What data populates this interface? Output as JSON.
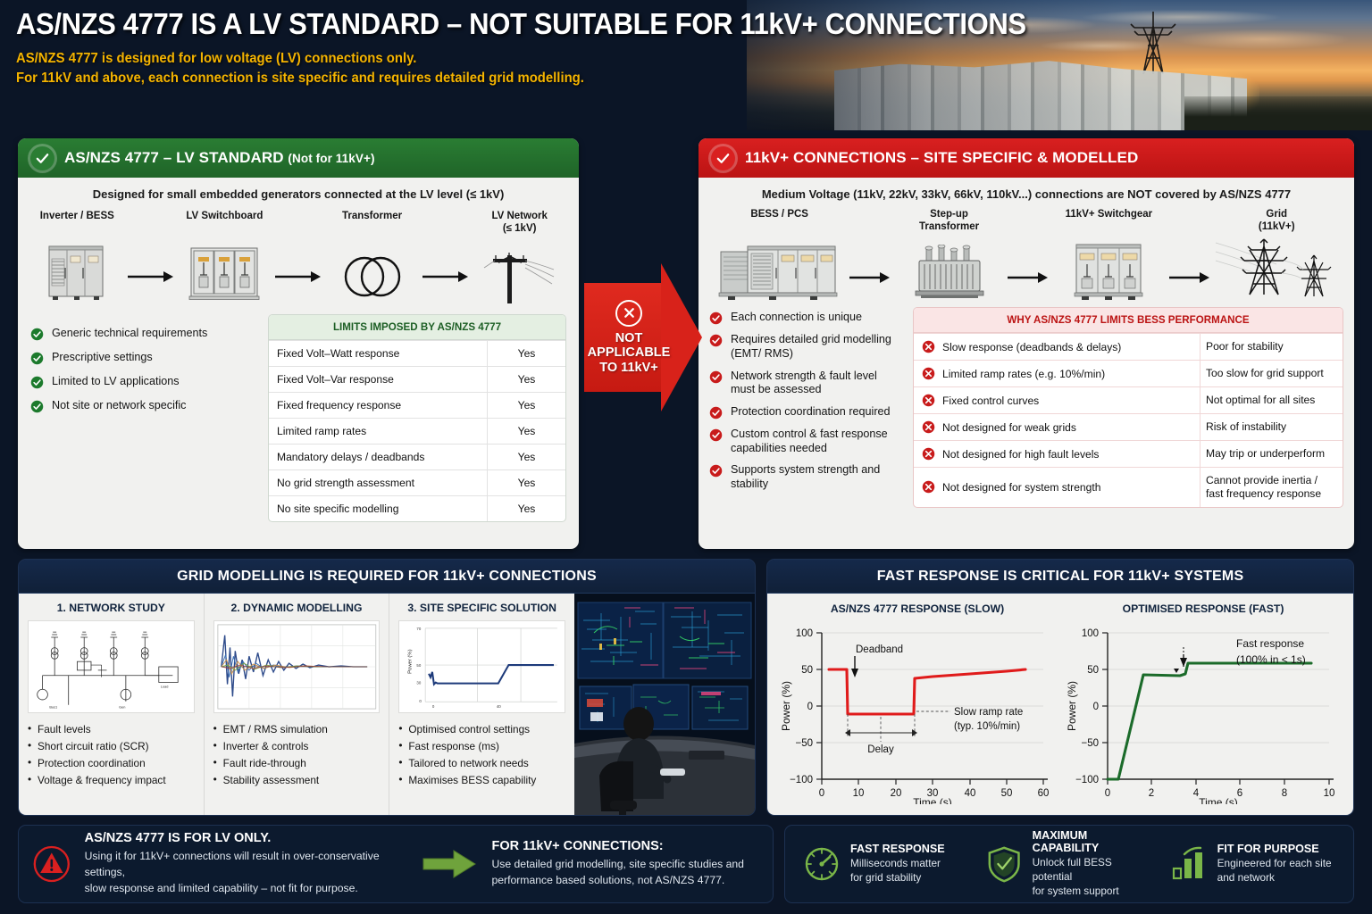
{
  "header": {
    "title": "AS/NZS 4777 IS A LV STANDARD – NOT SUITABLE FOR 11kV+ CONNECTIONS",
    "subtitle_line1": "AS/NZS 4777 is designed for low voltage (LV) connections only.",
    "subtitle_line2": "For 11kV and above, each connection is site specific and requires detailed grid modelling.",
    "accent_color": "#f5b400",
    "background_color": "#0b1526"
  },
  "left_card": {
    "title_main": "AS/NZS 4777 – LV STANDARD",
    "title_small": "(Not for 11kV+)",
    "header_color": "#1f6428",
    "subtitle": "Designed for small embedded generators connected at the LV level (≤ 1kV)",
    "flow": [
      {
        "label": "Inverter / BESS",
        "icon": "bess-cabinet-icon"
      },
      {
        "label": "LV Switchboard",
        "icon": "switchboard-icon"
      },
      {
        "label": "Transformer",
        "icon": "transformer-coils-icon"
      },
      {
        "label": "LV Network\n(≤ 1kV)",
        "label_line1": "LV Network",
        "label_line2": "(≤ 1kV)",
        "icon": "power-pole-icon"
      }
    ],
    "bullets": [
      "Generic technical requirements",
      "Prescriptive settings",
      "Limited to LV applications",
      "Not site or network specific"
    ],
    "table": {
      "title": "LIMITS IMPOSED BY AS/NZS 4777",
      "rows": [
        {
          "item": "Fixed Volt–Watt response",
          "value": "Yes"
        },
        {
          "item": "Fixed Volt–Var response",
          "value": "Yes"
        },
        {
          "item": "Fixed frequency response",
          "value": "Yes"
        },
        {
          "item": "Limited ramp rates",
          "value": "Yes"
        },
        {
          "item": "Mandatory delays / deadbands",
          "value": "Yes"
        },
        {
          "item": "No grid strength assessment",
          "value": "Yes"
        },
        {
          "item": "No site specific modelling",
          "value": "Yes"
        }
      ]
    }
  },
  "center_arrow": {
    "line1": "NOT",
    "line2": "APPLICABLE",
    "line3": "TO 11kV+",
    "icon": "cross-circle-icon",
    "color": "#d8221a"
  },
  "right_card": {
    "title_main": "11kV+ CONNECTIONS – SITE SPECIFIC & MODELLED",
    "header_color": "#d92020",
    "subtitle": "Medium Voltage (11kV, 22kV, 33kV, 66kV, 110kV...) connections are NOT covered by AS/NZS 4777",
    "flow": [
      {
        "label_line1": "BESS / PCS",
        "label_line2": "",
        "icon": "bess-container-icon"
      },
      {
        "label_line1": "Step-up",
        "label_line2": "Transformer",
        "icon": "power-transformer-icon"
      },
      {
        "label_line1": "11kV+ Switchgear",
        "label_line2": "",
        "icon": "switchgear-icon"
      },
      {
        "label_line1": "Grid",
        "label_line2": "(11kV+)",
        "icon": "transmission-tower-icon"
      }
    ],
    "bullets": [
      "Each connection is unique",
      "Requires detailed grid modelling (EMT/ RMS)",
      "Network strength & fault level must be assessed",
      "Protection coordination required",
      "Custom control & fast response capabilities needed",
      "Supports system strength and stability"
    ],
    "table": {
      "title": "WHY AS/NZS 4777 LIMITS BESS PERFORMANCE",
      "rows": [
        {
          "item": "Slow response (deadbands & delays)",
          "value": "Poor for stability"
        },
        {
          "item": "Limited ramp rates (e.g. 10%/min)",
          "value": "Too slow for grid support"
        },
        {
          "item": "Fixed control curves",
          "value": "Not optimal for all sites"
        },
        {
          "item": "Not designed for weak grids",
          "value": "Risk of instability"
        },
        {
          "item": "Not designed for high fault levels",
          "value": "May trip or underperform"
        },
        {
          "item": "Not designed for system strength",
          "value": "Cannot provide inertia / fast frequency response"
        }
      ]
    }
  },
  "grid_modelling_panel": {
    "title": "GRID MODELLING IS REQUIRED FOR 11kV+ CONNECTIONS",
    "columns": [
      {
        "title": "1. NETWORK STUDY",
        "art": "single-line-diagram",
        "items": [
          "Fault levels",
          "Short circuit ratio (SCR)",
          "Protection coordination",
          "Voltage & frequency impact"
        ]
      },
      {
        "title": "2. DYNAMIC MODELLING",
        "art": "oscillation-traces",
        "items": [
          "EMT / RMS simulation",
          "Inverter & controls",
          "Fault ride-through",
          "Stability assessment"
        ]
      },
      {
        "title": "3. SITE SPECIFIC SOLUTION",
        "art": "power-step-curve",
        "items": [
          "Optimised control settings",
          "Fast response (ms)",
          "Tailored to network needs",
          "Maximises BESS capability"
        ]
      }
    ],
    "photo_caption": "control-room-photo"
  },
  "charts_panel": {
    "title": "FAST RESPONSE IS CRITICAL FOR 11kV+ SYSTEMS"
  },
  "chart_data": [
    {
      "type": "line",
      "title": "AS/NZS 4777 RESPONSE (SLOW)",
      "xlabel": "Time (s)",
      "ylabel": "Power (%)",
      "xlim": [
        0,
        60
      ],
      "ylim": [
        -100,
        100
      ],
      "xticks": [
        0,
        10,
        20,
        30,
        40,
        50,
        60
      ],
      "yticks": [
        -100,
        -50,
        0,
        50,
        100
      ],
      "grid": true,
      "line_color": "#e01b1b",
      "series": [
        {
          "name": "AS/NZS 4777 slow response",
          "x": [
            2,
            6.7,
            6.9,
            25,
            25.3,
            30,
            40,
            50,
            55
          ],
          "y": [
            50,
            50,
            -11,
            -11,
            37,
            40,
            44,
            48,
            50
          ]
        }
      ],
      "annotations": [
        {
          "text": "Deadband",
          "x": 9,
          "y": 78
        },
        {
          "text": "Delay",
          "x": 15,
          "y": -48
        },
        {
          "text": "Slow ramp rate",
          "x": 33,
          "y": -5
        },
        {
          "text": "(typ. 10%/min)",
          "x": 33,
          "y": -22
        }
      ]
    },
    {
      "type": "line",
      "title": "OPTIMISED RESPONSE (FAST)",
      "xlabel": "Time (s)",
      "ylabel": "Power (%)",
      "xlim": [
        0,
        10
      ],
      "ylim": [
        -100,
        100
      ],
      "xticks": [
        0,
        2,
        4,
        6,
        8,
        10
      ],
      "yticks": [
        -100,
        -50,
        0,
        50,
        100
      ],
      "grid": true,
      "line_color": "#1b6b2a",
      "series": [
        {
          "name": "Optimised fast response",
          "x": [
            0,
            0.5,
            1.6,
            3.3,
            3.6,
            3.8,
            9.2
          ],
          "y": [
            -100,
            -100,
            42,
            41,
            44,
            58,
            58
          ]
        }
      ],
      "annotations": [
        {
          "text": "Fast response",
          "x": 6.6,
          "y": 90
        },
        {
          "text": "(100% in < 1s)",
          "x": 6.6,
          "y": 72
        }
      ]
    }
  ],
  "footer_left": {
    "icon": "warning-triangle-icon",
    "heading": "AS/NZS 4777 IS FOR LV ONLY.",
    "body_line1": "Using it for 11kV+ connections will result in over-conservative settings,",
    "body_line2": "slow response and limited capability – not fit for purpose.",
    "arrow_icon": "right-arrow-icon",
    "heading2": "FOR 11kV+ CONNECTIONS:",
    "body2_line1": "Use detailed grid modelling, site specific studies and",
    "body2_line2": "performance based solutions, not AS/NZS 4777."
  },
  "footer_right": {
    "items": [
      {
        "icon": "speedometer-icon",
        "heading": "FAST RESPONSE",
        "line1": "Milliseconds matter",
        "line2": "for grid stability"
      },
      {
        "icon": "shield-check-icon",
        "heading": "MAXIMUM CAPABILITY",
        "line1": "Unlock full BESS potential",
        "line2": "for system support"
      },
      {
        "icon": "bar-chart-growth-icon",
        "heading": "FIT FOR PURPOSE",
        "line1": "Engineered for each site",
        "line2": "and network"
      }
    ],
    "accent_color": "#7ab648"
  }
}
